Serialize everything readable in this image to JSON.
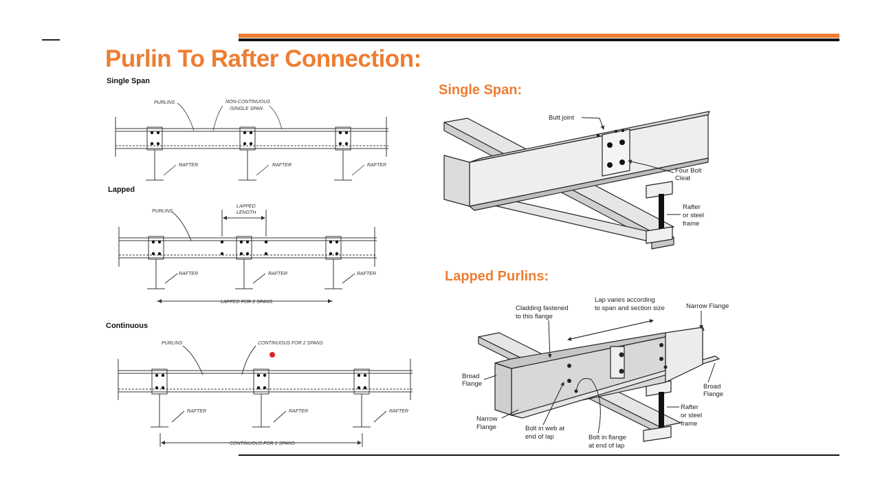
{
  "slide": {
    "title": "Purlin To Rafter Connection:",
    "colors": {
      "accent": "#ee7d31",
      "rule": "#111111"
    }
  },
  "left_panel": {
    "single_span": {
      "heading": "Single Span",
      "labels": {
        "purlins": "PURLINS",
        "non_continuous_1": "NON-CONTINUOUS",
        "non_continuous_2": "/SINGLE SPAN",
        "rafter": "RAFTER"
      }
    },
    "lapped": {
      "heading": "Lapped",
      "labels": {
        "purlins": "PURLINS",
        "lapped_length_1": "LAPPED",
        "lapped_length_2": "LENGTH",
        "rafter": "RAFTER",
        "span_dim": "LAPPED FOR 2 SPANS"
      }
    },
    "continuous": {
      "heading": "Continuous",
      "labels": {
        "purlins": "PURLINS",
        "continuous_note": "CONTINUOUS FOR 2 SPANS",
        "rafter": "RAFTER",
        "span_dim": "CONTINUOUS FOR 2 SPANS"
      }
    }
  },
  "right_panel": {
    "single_span": {
      "heading": "Single Span:",
      "labels": {
        "butt_joint": "Butt joint",
        "four_bolt_1": "Four Bolt",
        "four_bolt_2": "Cleat",
        "rafter_1": "Rafter",
        "rafter_2": "or steel",
        "rafter_3": "frame"
      }
    },
    "lapped_purlins": {
      "heading": "Lapped Purlins:",
      "labels": {
        "cladding_1": "Cladding fastened",
        "cladding_2": "to this flange",
        "lap_1": "Lap varies according",
        "lap_2": "to span and section size",
        "narrow_flange_top": "Narrow Flange",
        "broad_flange_left_1": "Broad",
        "broad_flange_left_2": "Flange",
        "broad_flange_right_1": "Broad",
        "broad_flange_right_2": "Flange",
        "narrow_flange_bottom_1": "Narrow",
        "narrow_flange_bottom_2": "Flange",
        "bolt_web_1": "Bolt in web at",
        "bolt_web_2": "end of lap",
        "bolt_flange_1": "Bolt in flange",
        "bolt_flange_2": "at end of lap",
        "rafter_1": "Rafter",
        "rafter_2": "or steel",
        "rafter_3": "frame"
      }
    }
  }
}
